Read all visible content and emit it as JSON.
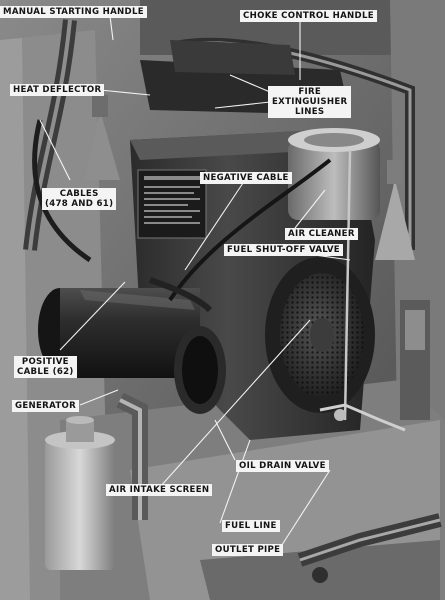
{
  "labels": {
    "manual_starting_handle": "MANUAL STARTING HANDLE",
    "choke_control_handle": "CHOKE CONTROL HANDLE",
    "heat_deflector": "HEAT DEFLECTOR",
    "fire_extinguisher_lines_1": "FIRE",
    "fire_extinguisher_lines_2": "EXTINGUISHER",
    "fire_extinguisher_lines_3": "LINES",
    "negative_cable": "NEGATIVE CABLE",
    "cables_1": "CABLES",
    "cables_2": "(478 AND 61)",
    "air_cleaner": "AIR CLEANER",
    "fuel_shutoff_valve": "FUEL SHUT-OFF VALVE",
    "positive_cable_1": "POSITIVE",
    "positive_cable_2": "CABLE (62)",
    "generator": "GENERATOR",
    "oil_drain_valve": "OIL DRAIN VALVE",
    "air_intake_screen": "AIR INTAKE SCREEN",
    "fuel_line": "FUEL LINE",
    "outlet_pipe": "OUTLET PIPE"
  }
}
